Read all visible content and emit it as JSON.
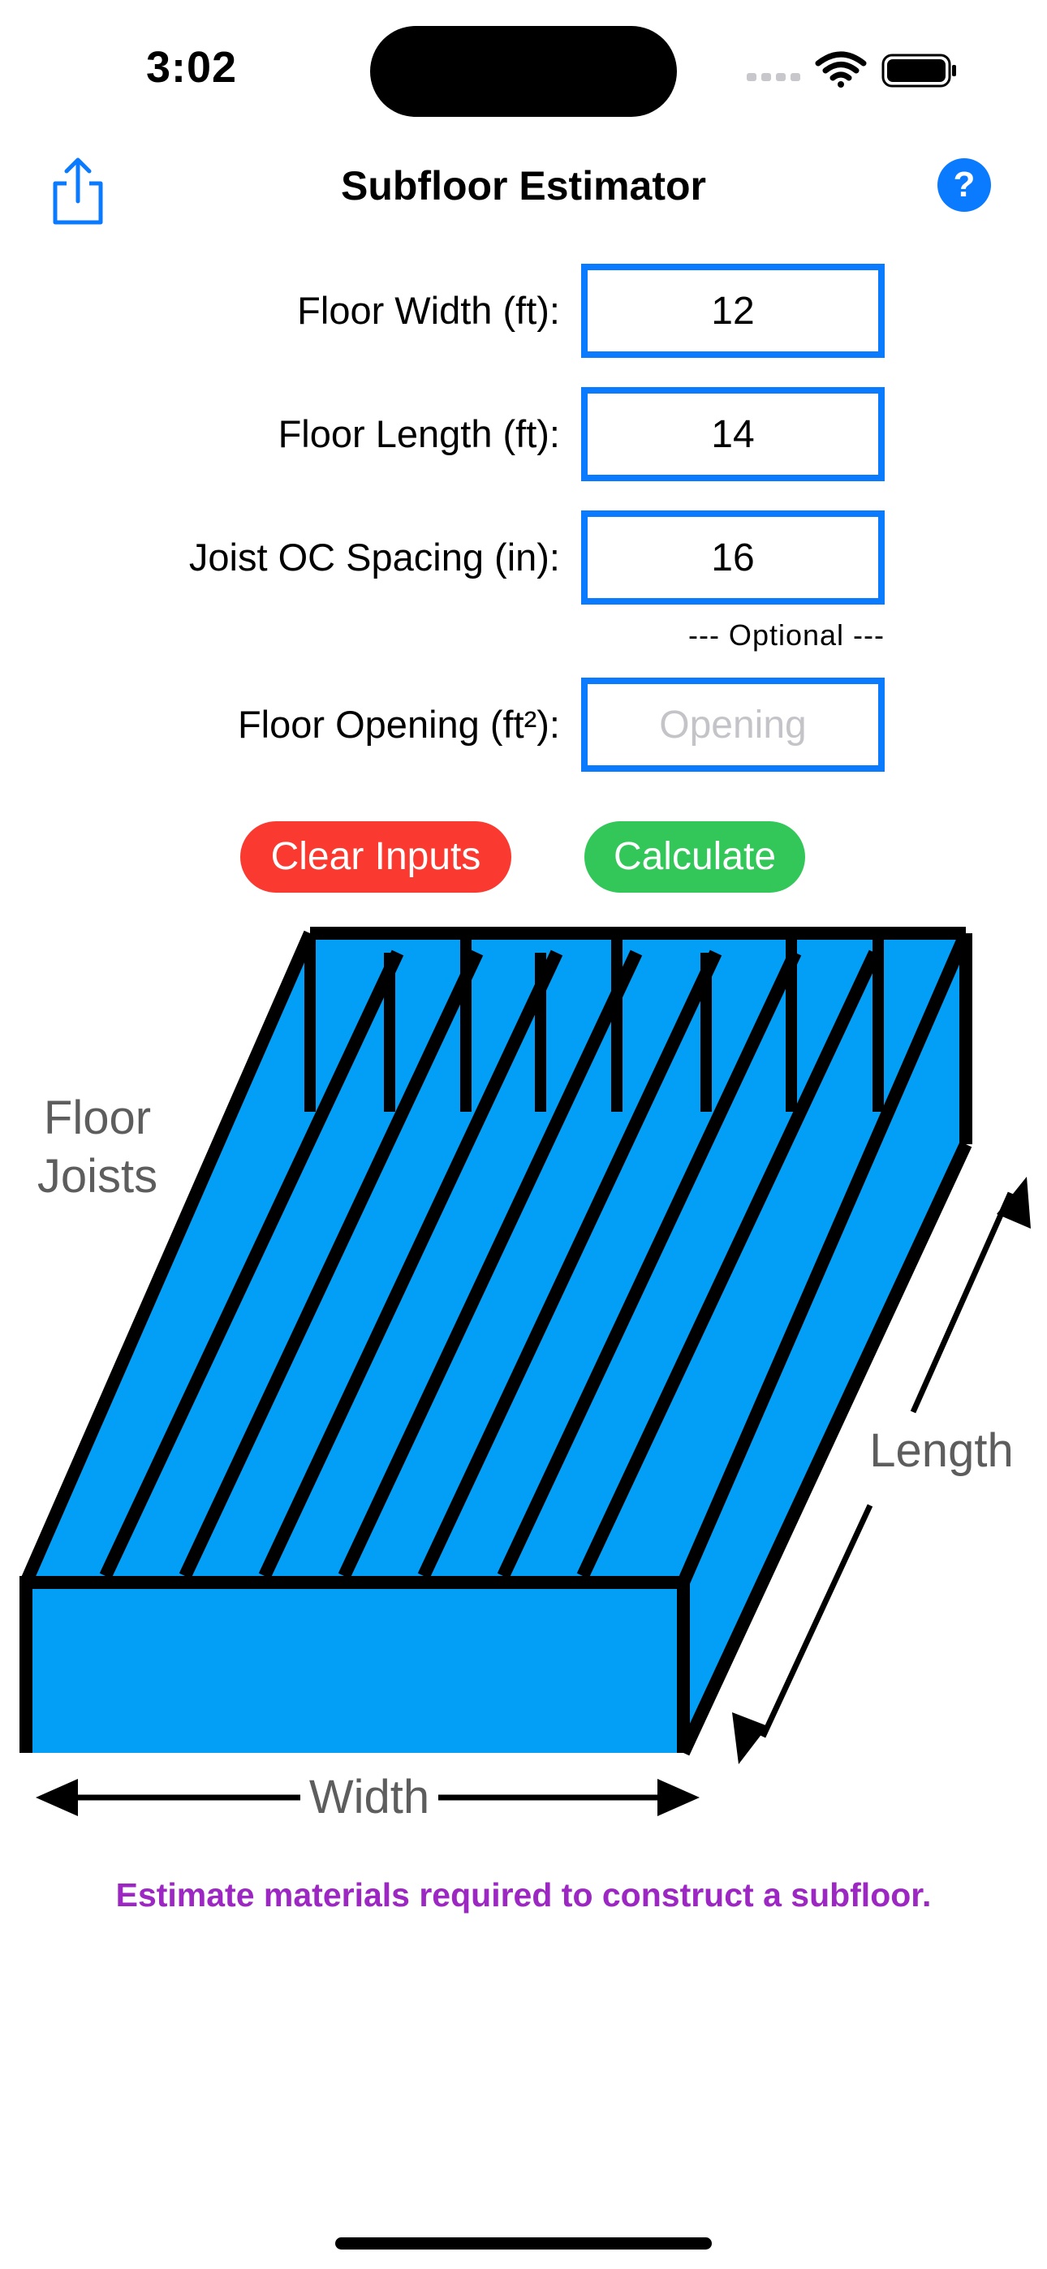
{
  "status_bar": {
    "time": "3:02",
    "icons": [
      "signal-icon",
      "wifi-icon",
      "battery-icon"
    ]
  },
  "nav": {
    "title": "Subfloor Estimator",
    "share_icon": "share-icon",
    "help_icon": "help-icon",
    "help_glyph": "?"
  },
  "form": {
    "width": {
      "label": "Floor Width (ft):",
      "value": "12"
    },
    "length": {
      "label": "Floor Length (ft):",
      "value": "14"
    },
    "spacing": {
      "label": "Joist OC Spacing (in):",
      "value": "16"
    },
    "optional_note": "--- Optional ---",
    "opening": {
      "label": "Floor Opening (ft²):",
      "value": "",
      "placeholder": "Opening"
    }
  },
  "buttons": {
    "clear_label": "Clear Inputs",
    "calculate_label": "Calculate"
  },
  "diagram": {
    "joists_label": "Floor\nJoists",
    "length_label": "Length",
    "width_label": "Width",
    "fill_color": "#039ff6"
  },
  "footer": {
    "description": "Estimate materials required to construct a subfloor."
  },
  "colors": {
    "accent": "#0a7aff",
    "clear": "#fa3a30",
    "calculate": "#33c759",
    "footer_text": "#9c27c2"
  }
}
